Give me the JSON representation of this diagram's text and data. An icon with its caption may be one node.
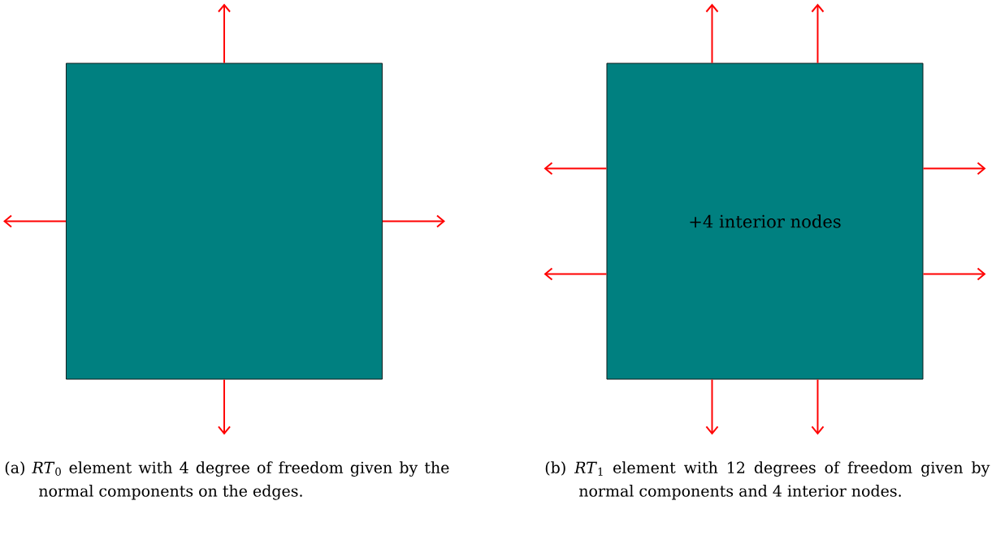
{
  "diagram": {
    "nodes": [
      {
        "text": [],
        "shape": "box"
      },
      {
        "text": [
          "+4 interior nodes"
        ]
      }
    ],
    "edges": [
      {
        "from": 0,
        "to": null,
        "arrow": "to"
      },
      {
        "from": 0,
        "to": null,
        "arrow": "to"
      },
      {
        "from": 0,
        "to": null,
        "arrow": "to"
      },
      {
        "from": 0,
        "to": null,
        "arrow": "to"
      },
      {
        "from": 1,
        "to": null,
        "arrow": "to"
      },
      {
        "from": 1,
        "to": null,
        "arrow": "to"
      },
      {
        "from": 1,
        "to": null,
        "arrow": "to"
      },
      {
        "from": 1,
        "to": null,
        "arrow": "to"
      },
      {
        "from": 1,
        "to": null,
        "arrow": "to"
      },
      {
        "from": 1,
        "to": null,
        "arrow": "to"
      },
      {
        "from": 1,
        "to": null,
        "arrow": "to"
      },
      {
        "from": 1,
        "to": null,
        "arrow": "to"
      }
    ],
    "labels": [
      "(a) *RT*$_{0}$ element with 4 degree of freedom given by the normal components on the edges.",
      "(b) *RT*$_{1}$ element with 12 degrees of freedom given by normal components and 4 interior nodes."
    ]
  }
}
